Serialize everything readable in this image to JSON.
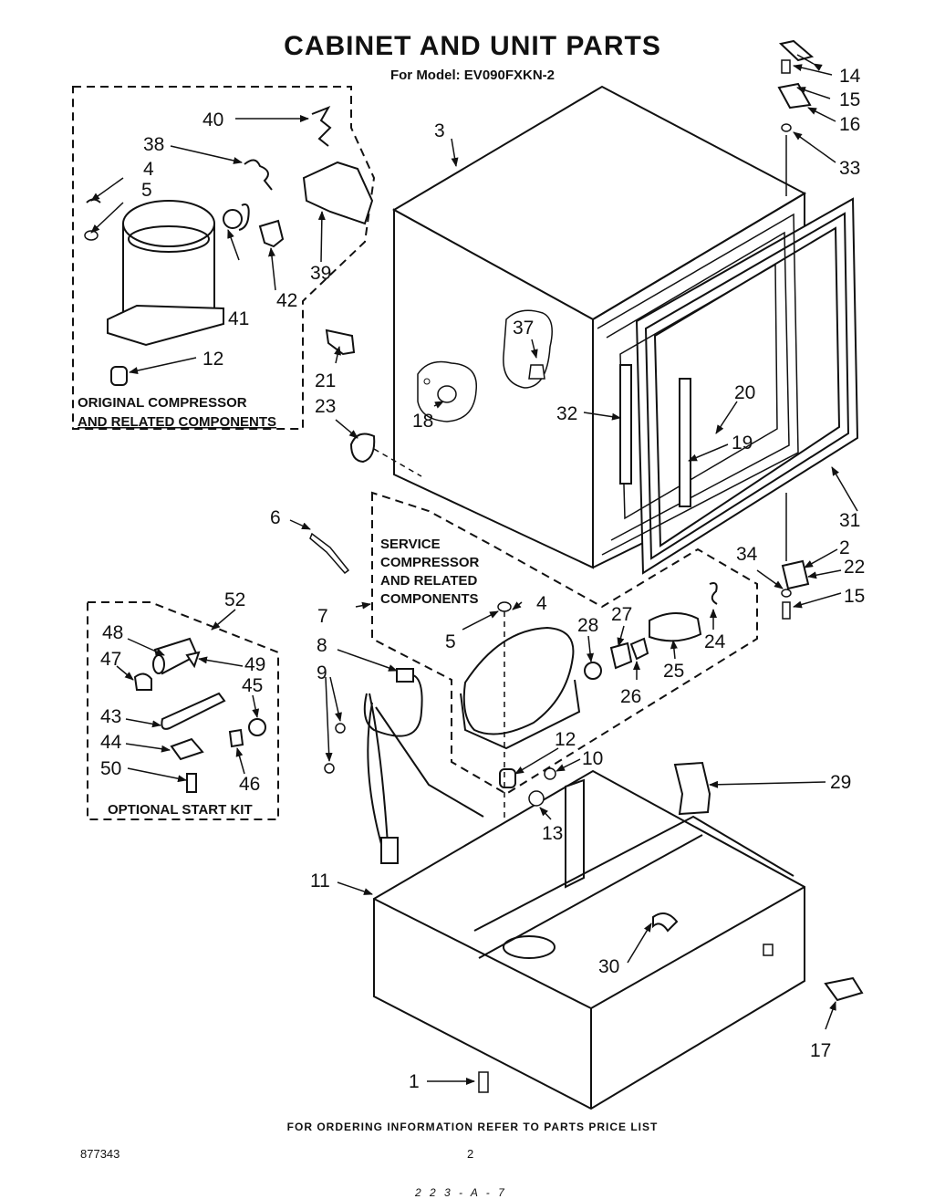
{
  "title": "CABINET AND UNIT PARTS",
  "model_line": "For Model: EV090FXKN-2",
  "sections": {
    "original": [
      "ORIGINAL COMPRESSOR",
      "AND RELATED COMPONENTS"
    ],
    "service": [
      "SERVICE",
      "COMPRESSOR",
      "AND RELATED",
      "COMPONENTS"
    ],
    "optional": "OPTIONAL START KIT"
  },
  "callouts": {
    "c1": "1",
    "c2": "2",
    "c3": "3",
    "c4a": "4",
    "c4b": "4",
    "c5a": "5",
    "c5b": "5",
    "c6": "6",
    "c7": "7",
    "c8": "8",
    "c9": "9",
    "c10": "10",
    "c11": "11",
    "c12a": "12",
    "c12b": "12",
    "c13": "13",
    "c14": "14",
    "c15a": "15",
    "c15b": "15",
    "c16": "16",
    "c17": "17",
    "c18": "18",
    "c19": "19",
    "c20": "20",
    "c21": "21",
    "c22": "22",
    "c23": "23",
    "c24": "24",
    "c25": "25",
    "c26": "26",
    "c27": "27",
    "c28": "28",
    "c29": "29",
    "c30": "30",
    "c31": "31",
    "c32": "32",
    "c33": "33",
    "c34": "34",
    "c37": "37",
    "c38": "38",
    "c39": "39",
    "c40": "40",
    "c41": "41",
    "c42": "42",
    "c43": "43",
    "c44": "44",
    "c45": "45",
    "c46": "46",
    "c47": "47",
    "c48": "48",
    "c49": "49",
    "c50": "50",
    "c52": "52"
  },
  "footer": "FOR ORDERING INFORMATION REFER TO PARTS PRICE LIST",
  "doc_number": "877343",
  "page_number": "2",
  "stamp": "2 2 3 - A - 7"
}
